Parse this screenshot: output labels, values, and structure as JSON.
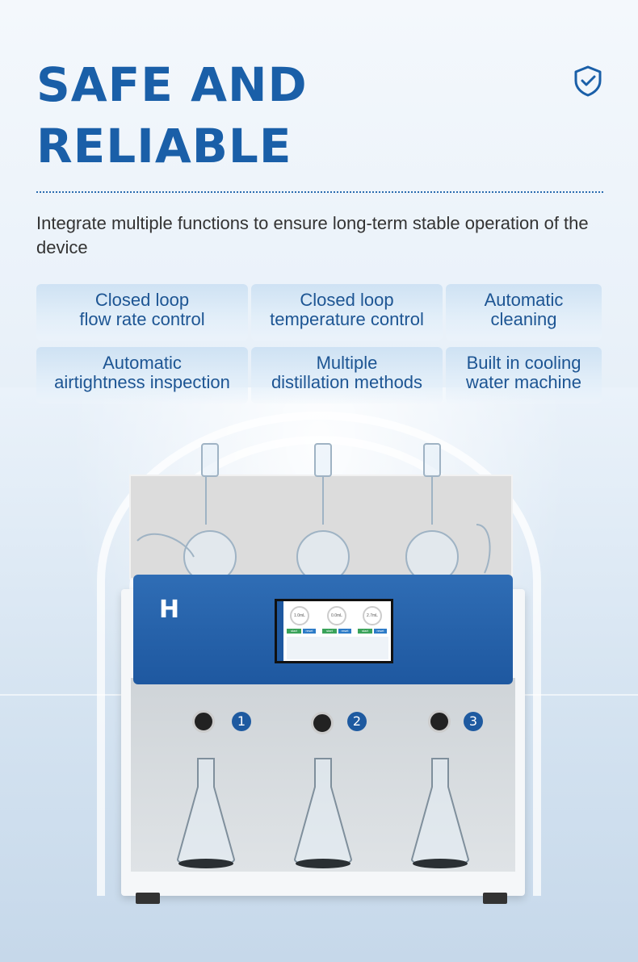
{
  "header": {
    "title_line1": "SAFE AND",
    "title_line2": "RELIABLE",
    "subtitle": "Integrate multiple functions to ensure long-term stable operation of the device",
    "accent_color": "#1a5fa8"
  },
  "features": [
    {
      "line1": "Closed loop",
      "line2": "flow rate control"
    },
    {
      "line1": "Closed loop",
      "line2": "temperature control"
    },
    {
      "line1": "Automatic",
      "line2": "cleaning"
    },
    {
      "line1": "Automatic",
      "line2": "airtightness inspection"
    },
    {
      "line1": "Multiple",
      "line2": "distillation methods"
    },
    {
      "line1": "Built in cooling",
      "line2": "water machine"
    }
  ],
  "device": {
    "logo": "H",
    "screen": {
      "gauges": [
        "1.0mL",
        "0.0mL",
        "2.7mL"
      ],
      "start_label": "start",
      "reset_label": "reset"
    },
    "positions": [
      "1",
      "2",
      "3"
    ]
  },
  "icons": {
    "shield": "shield-check-icon"
  }
}
